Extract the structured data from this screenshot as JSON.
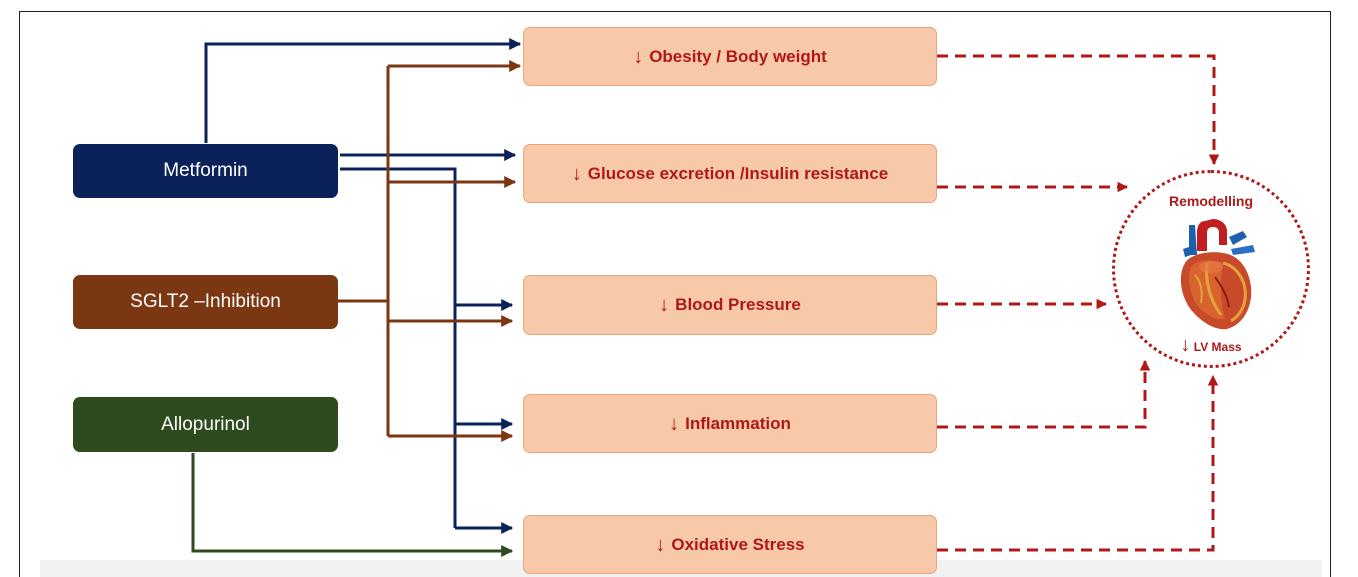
{
  "drugs": [
    {
      "label": "Metformin",
      "color": "#0a2259"
    },
    {
      "label": "SGLT2 –Inhibition",
      "color": "#7b3712"
    },
    {
      "label": "Allopurinol",
      "color": "#2e4a1e"
    }
  ],
  "effects": [
    {
      "arrow": "↓",
      "label": "Obesity / Body weight"
    },
    {
      "arrow": "↓",
      "label": "Glucose excretion /Insulin resistance"
    },
    {
      "arrow": "↓",
      "label": "Blood Pressure"
    },
    {
      "arrow": "↓",
      "label": "Inflammation"
    },
    {
      "arrow": "↓",
      "label": "Oxidative Stress"
    }
  ],
  "outcome": {
    "title": "Remodelling",
    "arrow": "↓",
    "sub_label": "LV Mass",
    "icon": "heart-icon"
  },
  "colors": {
    "metformin_line": "#0a2259",
    "sglt2_line": "#7b3712",
    "allopurinol_line": "#2e4a1e",
    "effect_fill": "#f8c9a8",
    "accent_red": "#b01818"
  }
}
